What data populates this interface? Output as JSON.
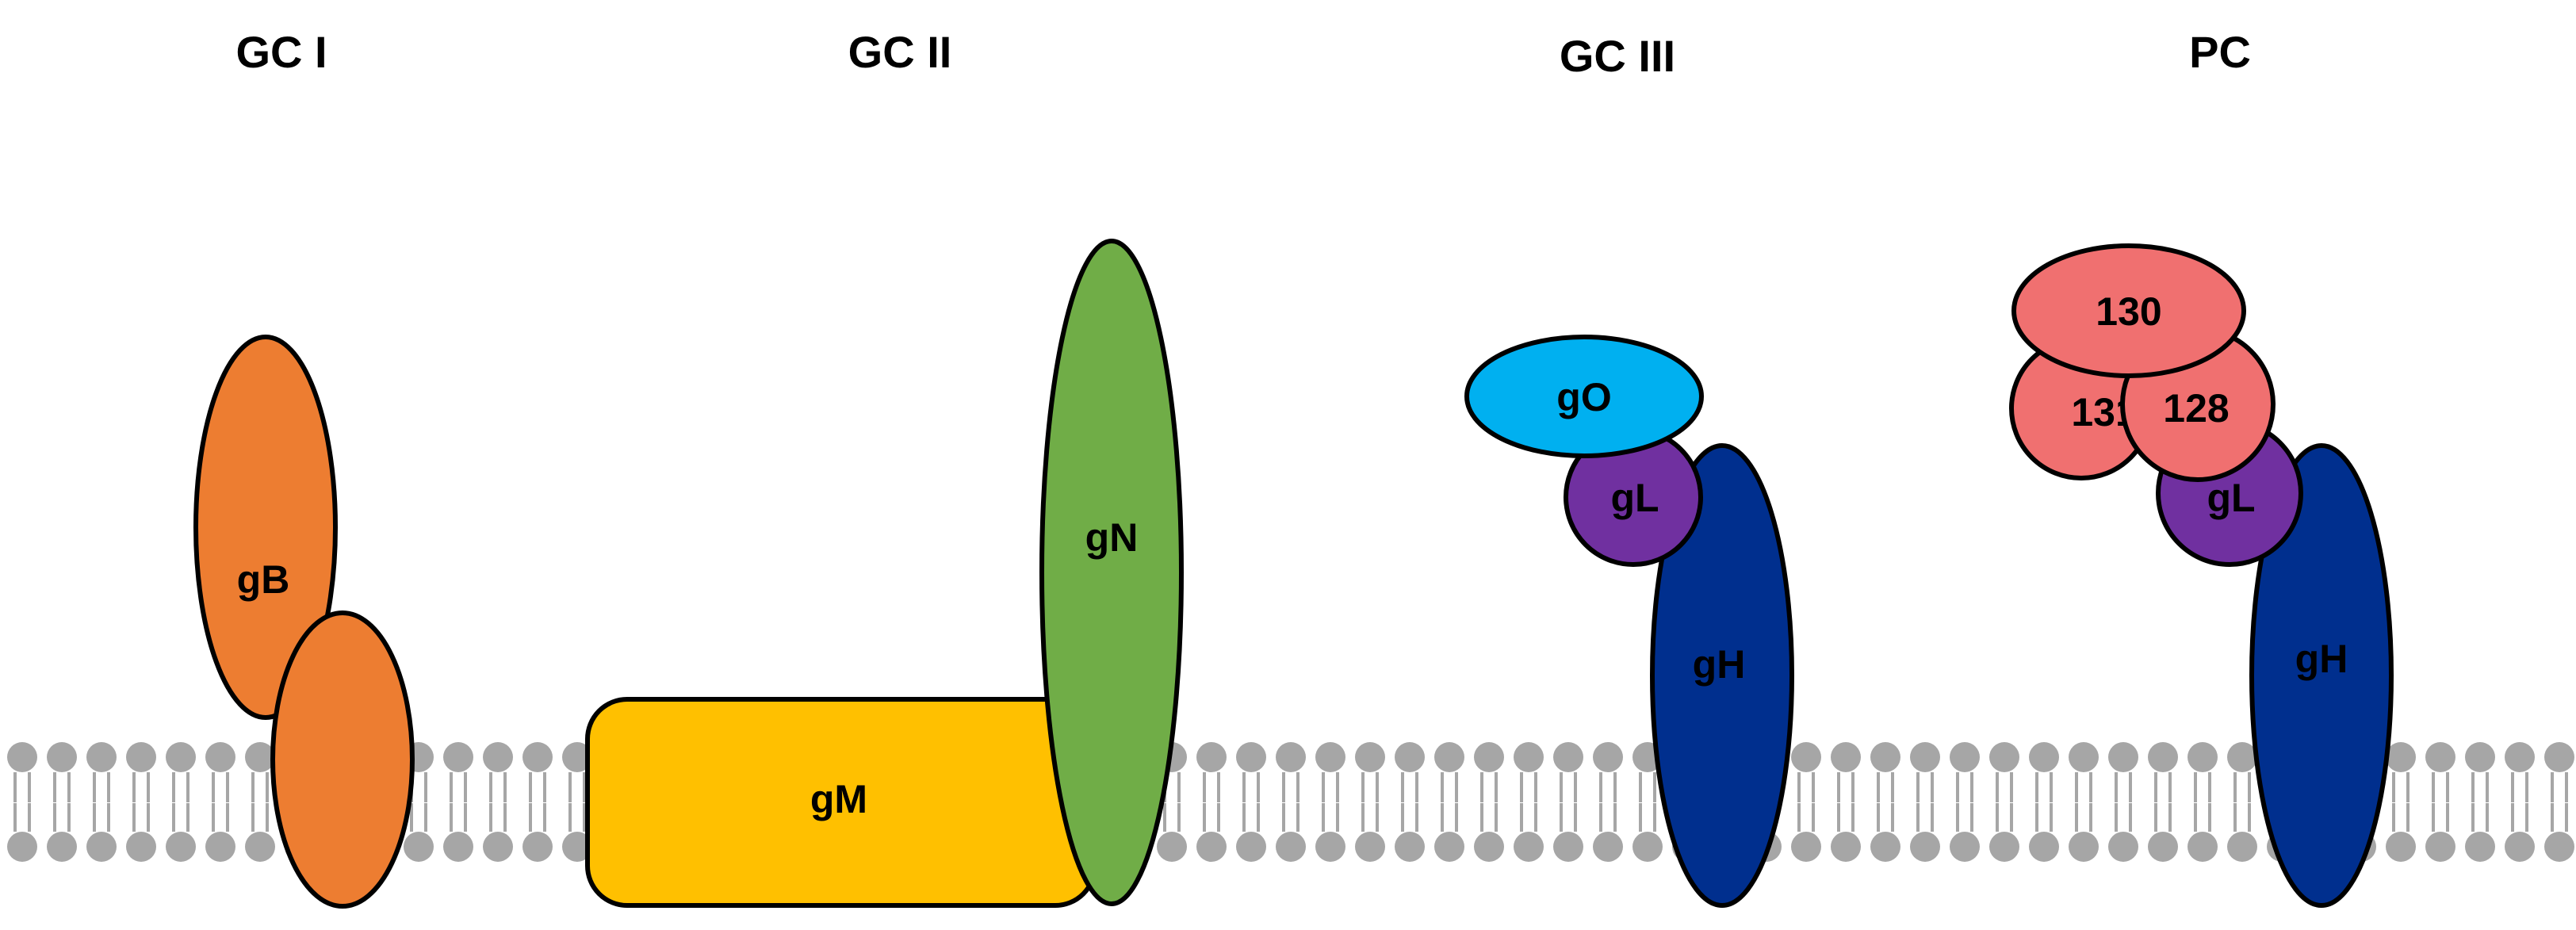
{
  "titles": {
    "gc1": "GC I",
    "gc2": "GC II",
    "gc3": "GC III",
    "pc": "PC"
  },
  "proteins": {
    "gB": "gB",
    "gM": "gM",
    "gN": "gN",
    "gO": "gO",
    "gL": "gL",
    "gH": "gH",
    "p130": "130",
    "p131a": "131a",
    "p128": "128"
  },
  "colors": {
    "gB": "#ED7D31",
    "gM": "#FFC000",
    "gN": "#70AD47",
    "gO": "#00B0F0",
    "gL": "#7030A0",
    "gH": "#002F8E",
    "pc_subunits": "#F07070",
    "lipid": "#A6A6A6",
    "outline": "#000000"
  }
}
